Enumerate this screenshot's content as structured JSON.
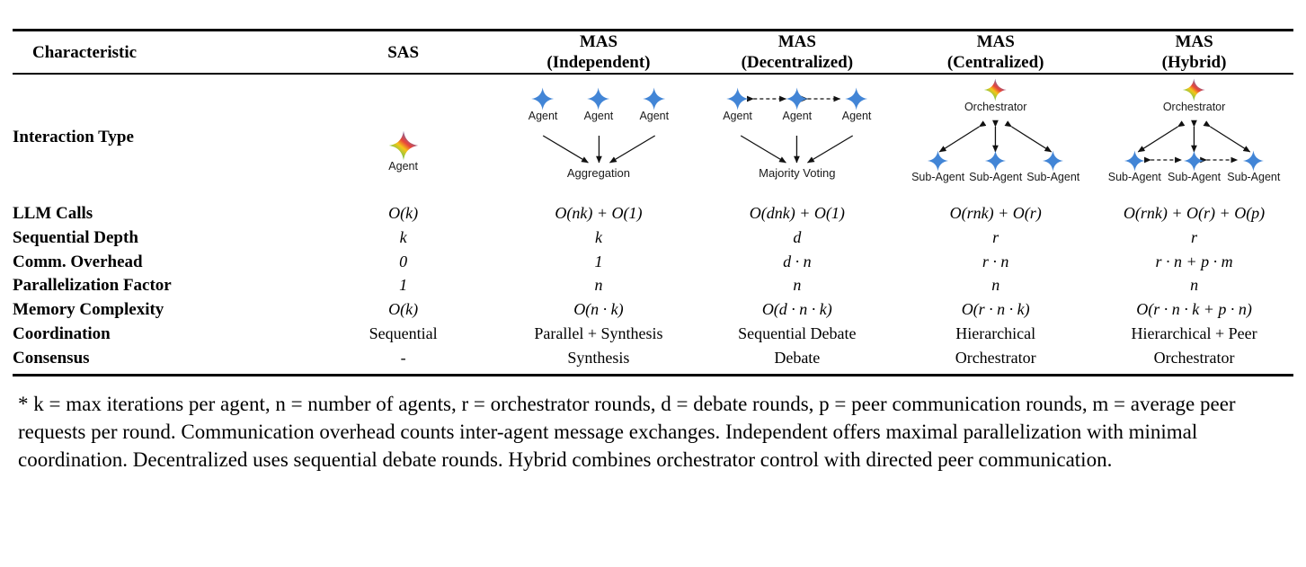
{
  "table": {
    "columns": [
      {
        "id": "characteristic",
        "label_line1": "Characteristic",
        "label_line2": ""
      },
      {
        "id": "sas",
        "label_line1": "SAS",
        "label_line2": ""
      },
      {
        "id": "mas_independent",
        "label_line1": "MAS",
        "label_line2": "(Independent)"
      },
      {
        "id": "mas_decentralized",
        "label_line1": "MAS",
        "label_line2": "(Decentralized)"
      },
      {
        "id": "mas_centralized",
        "label_line1": "MAS",
        "label_line2": "(Centralized)"
      },
      {
        "id": "mas_hybrid",
        "label_line1": "MAS",
        "label_line2": "(Hybrid)"
      }
    ],
    "interaction_row": {
      "label": "Interaction Type",
      "diagrams": {
        "sas": {
          "agents": [
            "Agent"
          ],
          "sink": ""
        },
        "mas_independent": {
          "agents": [
            "Agent",
            "Agent",
            "Agent"
          ],
          "sink": "Aggregation"
        },
        "mas_decentralized": {
          "agents": [
            "Agent",
            "Agent",
            "Agent"
          ],
          "sink": "Majority Voting"
        },
        "mas_centralized": {
          "orchestrator": "Orchestrator",
          "agents": [
            "Sub-Agent",
            "Sub-Agent",
            "Sub-Agent"
          ]
        },
        "mas_hybrid": {
          "orchestrator": "Orchestrator",
          "agents": [
            "Sub-Agent",
            "Sub-Agent",
            "Sub-Agent"
          ]
        }
      }
    },
    "rows": [
      {
        "label": "LLM Calls",
        "sas": "O(k)",
        "mas_independent": "O(nk) + O(1)",
        "mas_decentralized": "O(dnk) + O(1)",
        "mas_centralized": "O(rnk) + O(r)",
        "mas_hybrid": "O(rnk) + O(r) + O(p)"
      },
      {
        "label": "Sequential Depth",
        "sas": "k",
        "mas_independent": "k",
        "mas_decentralized": "d",
        "mas_centralized": "r",
        "mas_hybrid": "r"
      },
      {
        "label": "Comm. Overhead",
        "sas": "0",
        "mas_independent": "1",
        "mas_decentralized": "d · n",
        "mas_centralized": "r · n",
        "mas_hybrid": "r · n + p · m"
      },
      {
        "label": "Parallelization Factor",
        "sas": "1",
        "mas_independent": "n",
        "mas_decentralized": "n",
        "mas_centralized": "n",
        "mas_hybrid": "n"
      },
      {
        "label": "Memory Complexity",
        "sas": "O(k)",
        "mas_independent": "O(n · k)",
        "mas_decentralized": "O(d · n · k)",
        "mas_centralized": "O(r · n · k)",
        "mas_hybrid": "O(r · n · k + p · n)"
      },
      {
        "label": "Coordination",
        "sas": "Sequential",
        "mas_independent": "Parallel + Synthesis",
        "mas_decentralized": "Sequential Debate",
        "mas_centralized": "Hierarchical",
        "mas_hybrid": "Hierarchical + Peer"
      },
      {
        "label": "Consensus",
        "sas": "-",
        "mas_independent": "Synthesis",
        "mas_decentralized": "Debate",
        "mas_centralized": "Orchestrator",
        "mas_hybrid": "Orchestrator"
      }
    ]
  },
  "footnote": {
    "text": "* k = max iterations per agent, n = number of agents, r = orchestrator rounds, d = debate rounds, p = peer communication rounds, m = average peer requests per round. Communication overhead counts inter-agent message exchanges. Independent offers maximal parallelization with minimal coordination. Decentralized uses sequential debate rounds. Hybrid combines orchestrator control with directed peer communication."
  },
  "colors": {
    "agent_blue": "#4285d6",
    "sparkle_red": "#e8443a",
    "sparkle_blue": "#3f7fdb",
    "sparkle_green": "#2aa84a",
    "sparkle_yellow": "#f5c518",
    "rule_black": "#000000"
  }
}
